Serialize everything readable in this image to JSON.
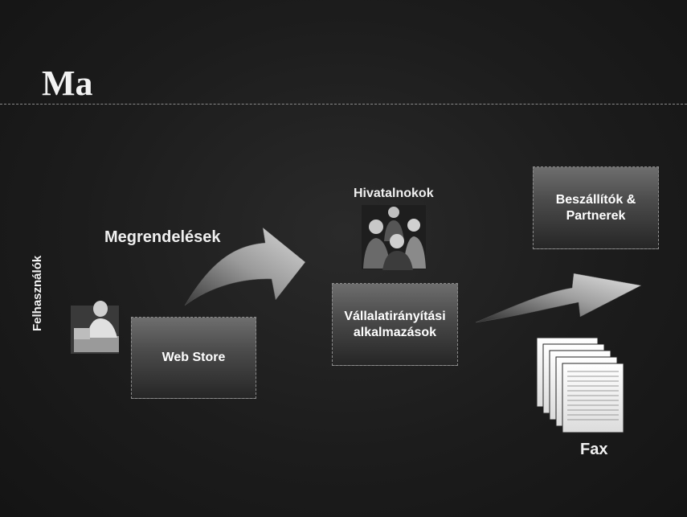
{
  "slide": {
    "title": "Ma",
    "users_label": "Felhasználók",
    "orders_label": "Megrendelések",
    "clerks_label": "Hivatalnokok",
    "web_store": "Web Store",
    "erp": "Vállalatirányítási\nalkalmazások",
    "suppliers": "Beszállítók &\nPartnerek",
    "fax_label": "Fax"
  }
}
